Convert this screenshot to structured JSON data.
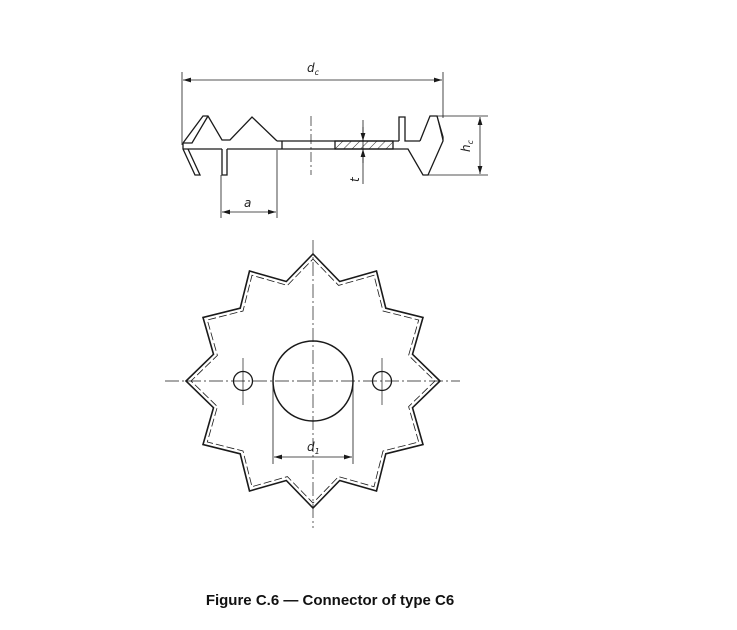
{
  "figure": {
    "caption": "Figure C.6 — Connector of type C6",
    "dimensions": {
      "dc": {
        "main": "d",
        "sub": "c"
      },
      "hc": {
        "main": "h",
        "sub": "c"
      },
      "t": "t",
      "a": "a",
      "d1": {
        "main": "d",
        "sub": "1"
      }
    },
    "teeth_count": 12,
    "colors": {
      "line": "#1a1a1a",
      "background": "#ffffff"
    }
  }
}
